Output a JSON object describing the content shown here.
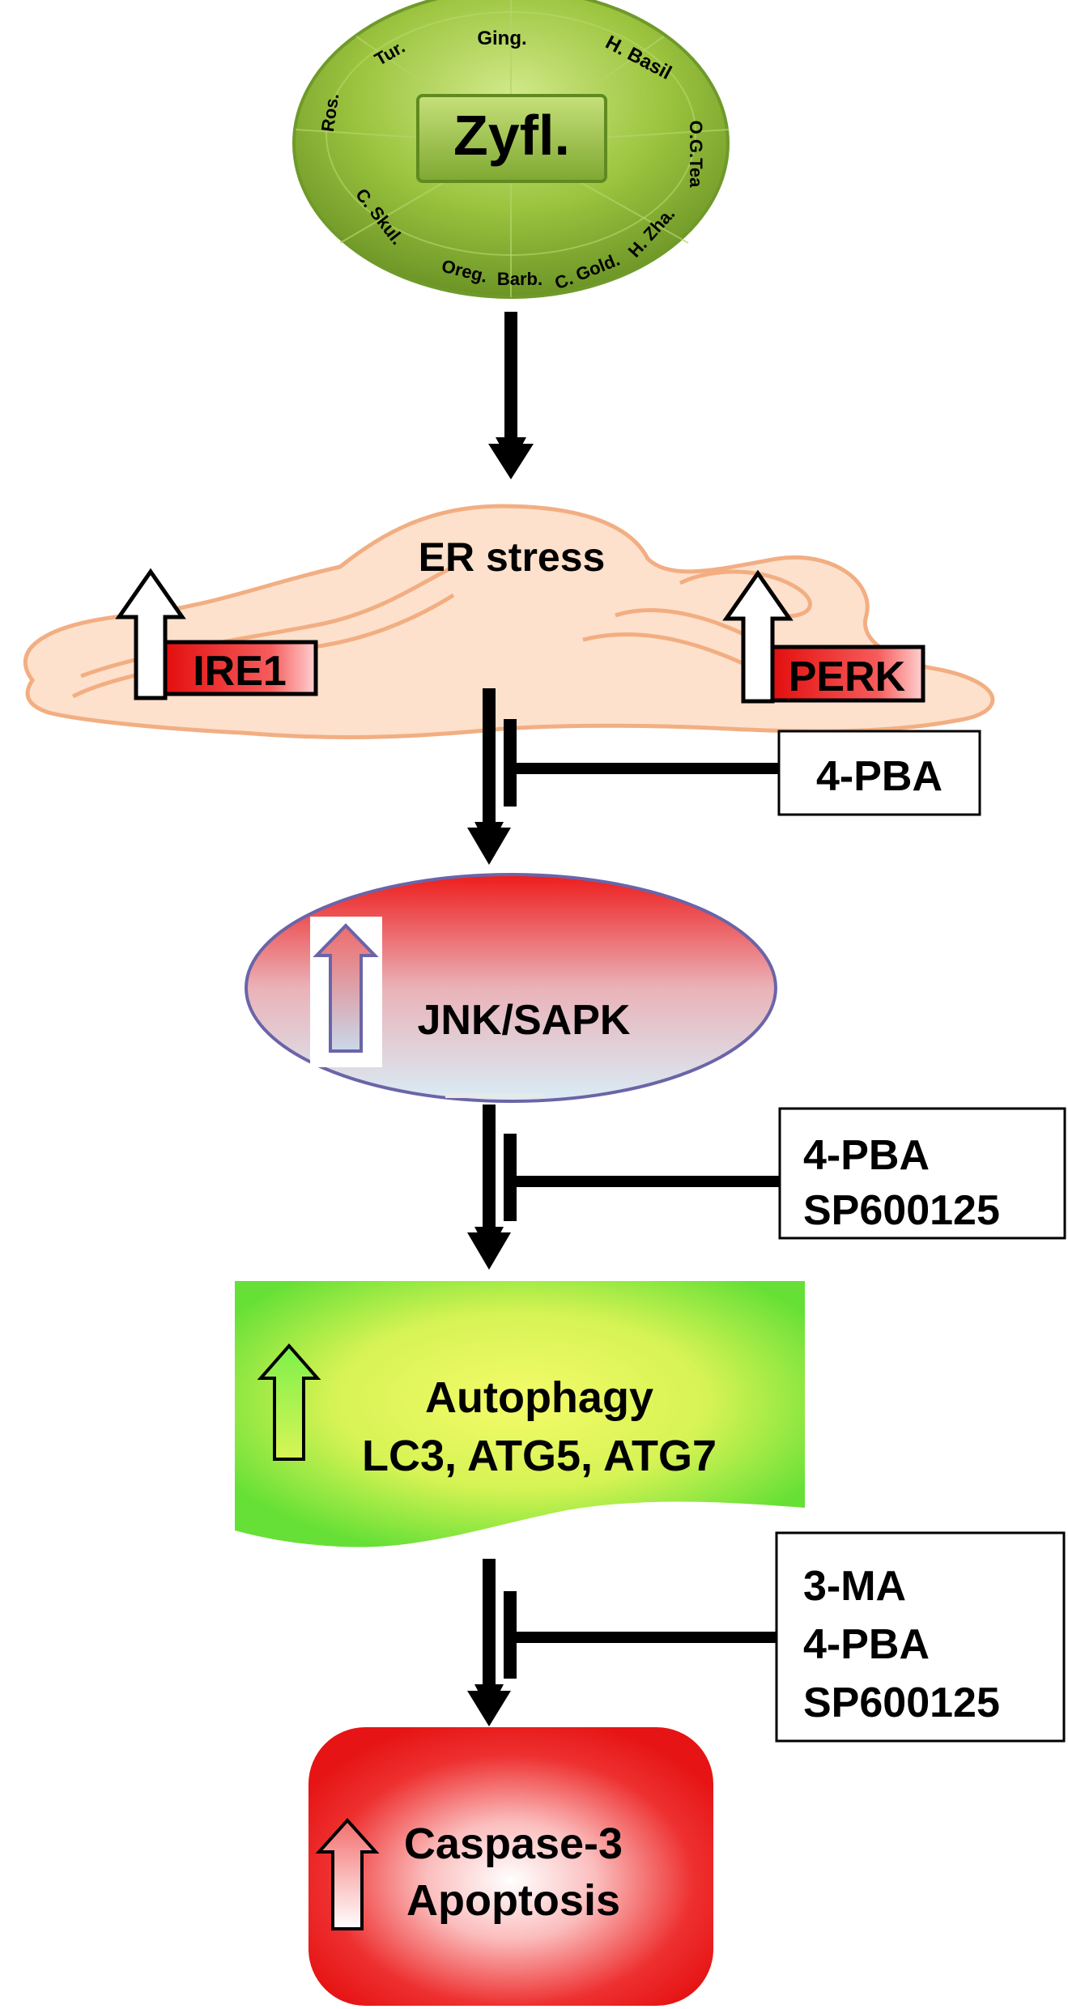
{
  "zyfl": {
    "center_label": "Zyfl.",
    "ring_labels": [
      "Ging.",
      "H. Basil",
      "O.G.Tea",
      "H. Zha.",
      "C. Gold.",
      "Barb.",
      "Oreg.",
      "C. Skul.",
      "Ros.",
      "Tur."
    ]
  },
  "er_stress": {
    "label": "ER stress",
    "ire1_label": "IRE1",
    "perk_label": "PERK"
  },
  "jnk": {
    "label": "JNK/SAPK"
  },
  "autophagy": {
    "line1": "Autophagy",
    "line2": "LC3, ATG5, ATG7"
  },
  "apoptosis": {
    "line1": "Caspase-3",
    "line2": "Apoptosis"
  },
  "inhibitors": [
    {
      "lines": [
        "4-PBA"
      ]
    },
    {
      "lines": [
        "4-PBA",
        "SP600125"
      ]
    },
    {
      "lines": [
        "3-MA",
        "4-PBA",
        "SP600125"
      ]
    }
  ],
  "colors": {
    "zyfl_green": "#9cc43f",
    "er_fill": "#fde1cc",
    "er_stroke": "#f2ae82",
    "red": "#ee1c1c",
    "autophagy_green": "#6ee83a",
    "autophagy_yellow": "#eaf75a"
  }
}
